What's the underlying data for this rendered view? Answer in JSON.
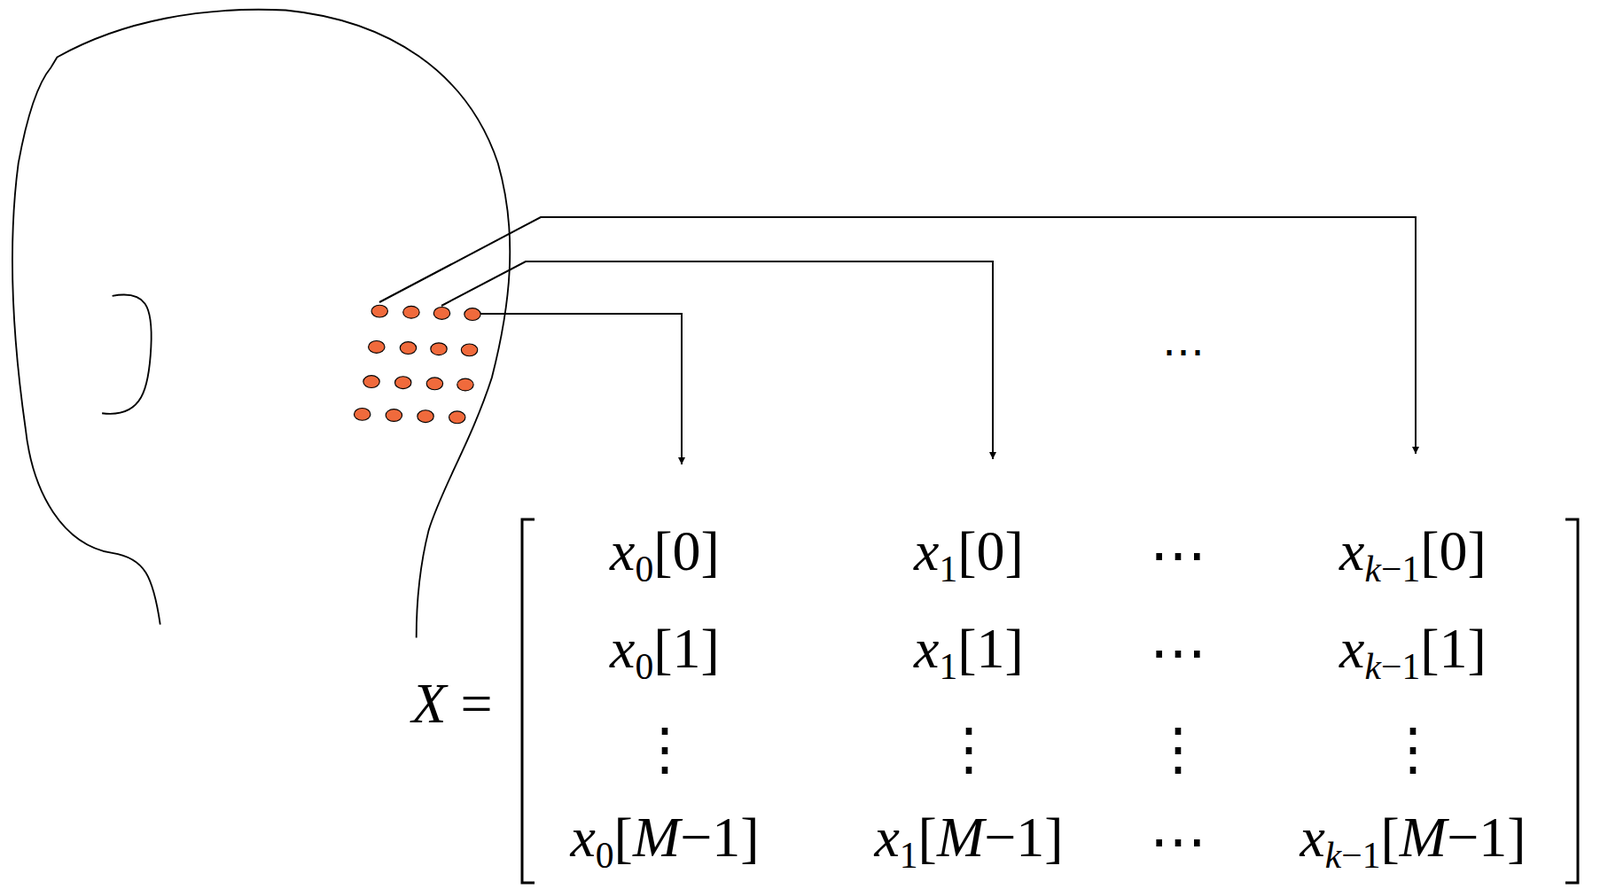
{
  "diagram": {
    "labels": [
      "⋯",
      "X =",
      "x0[0]",
      "x1[0]",
      "⋯",
      "xk−1[0]",
      "x0[1]",
      "x1[1]",
      "⋯",
      "xk−1[1]",
      "⋮",
      "⋮",
      "⋮",
      "⋮",
      "x0[M−1]",
      "x1[M−1]",
      "⋯",
      "xk−1[M−1]"
    ]
  }
}
